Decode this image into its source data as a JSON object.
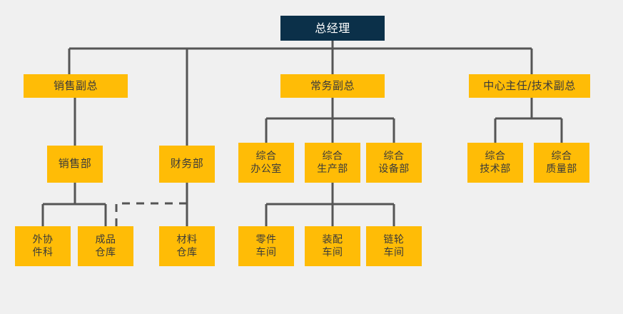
{
  "diagram": {
    "title_node": {
      "label": "总经理",
      "lines": [
        "总经理"
      ]
    },
    "colors": {
      "background": "#f0f0f0",
      "root_fill": "#0b3049",
      "root_text": "#ffffff",
      "node_fill": "#ffbc06",
      "node_text": "#3a3a3a",
      "connector": "#555555"
    },
    "nodes": [
      {
        "id": "n0",
        "lines": [
          "总经理"
        ],
        "level": 0
      },
      {
        "id": "n1",
        "lines": [
          "销售副总"
        ],
        "level": 1
      },
      {
        "id": "n2",
        "lines": [
          "常务副总"
        ],
        "level": 1
      },
      {
        "id": "n3",
        "lines": [
          "中心主任/技术副总"
        ],
        "level": 1
      },
      {
        "id": "n4",
        "lines": [
          "销售部"
        ],
        "level": 2
      },
      {
        "id": "n5",
        "lines": [
          "财务部"
        ],
        "level": 2
      },
      {
        "id": "n6",
        "lines": [
          "综合",
          "办公室"
        ],
        "level": 2
      },
      {
        "id": "n7",
        "lines": [
          "综合",
          "生产部"
        ],
        "level": 2
      },
      {
        "id": "n8",
        "lines": [
          "综合",
          "设备部"
        ],
        "level": 2
      },
      {
        "id": "n9",
        "lines": [
          "综合",
          "技术部"
        ],
        "level": 2
      },
      {
        "id": "n10",
        "lines": [
          "综合",
          "质量部"
        ],
        "level": 2
      },
      {
        "id": "n11",
        "lines": [
          "外协",
          "件科"
        ],
        "level": 3
      },
      {
        "id": "n12",
        "lines": [
          "成品",
          "仓库"
        ],
        "level": 3
      },
      {
        "id": "n13",
        "lines": [
          "材料",
          "仓库"
        ],
        "level": 3
      },
      {
        "id": "n14",
        "lines": [
          "零件",
          "车间"
        ],
        "level": 3
      },
      {
        "id": "n15",
        "lines": [
          "装配",
          "车间"
        ],
        "level": 3
      },
      {
        "id": "n16",
        "lines": [
          "链轮",
          "车间"
        ],
        "level": 3
      }
    ]
  }
}
